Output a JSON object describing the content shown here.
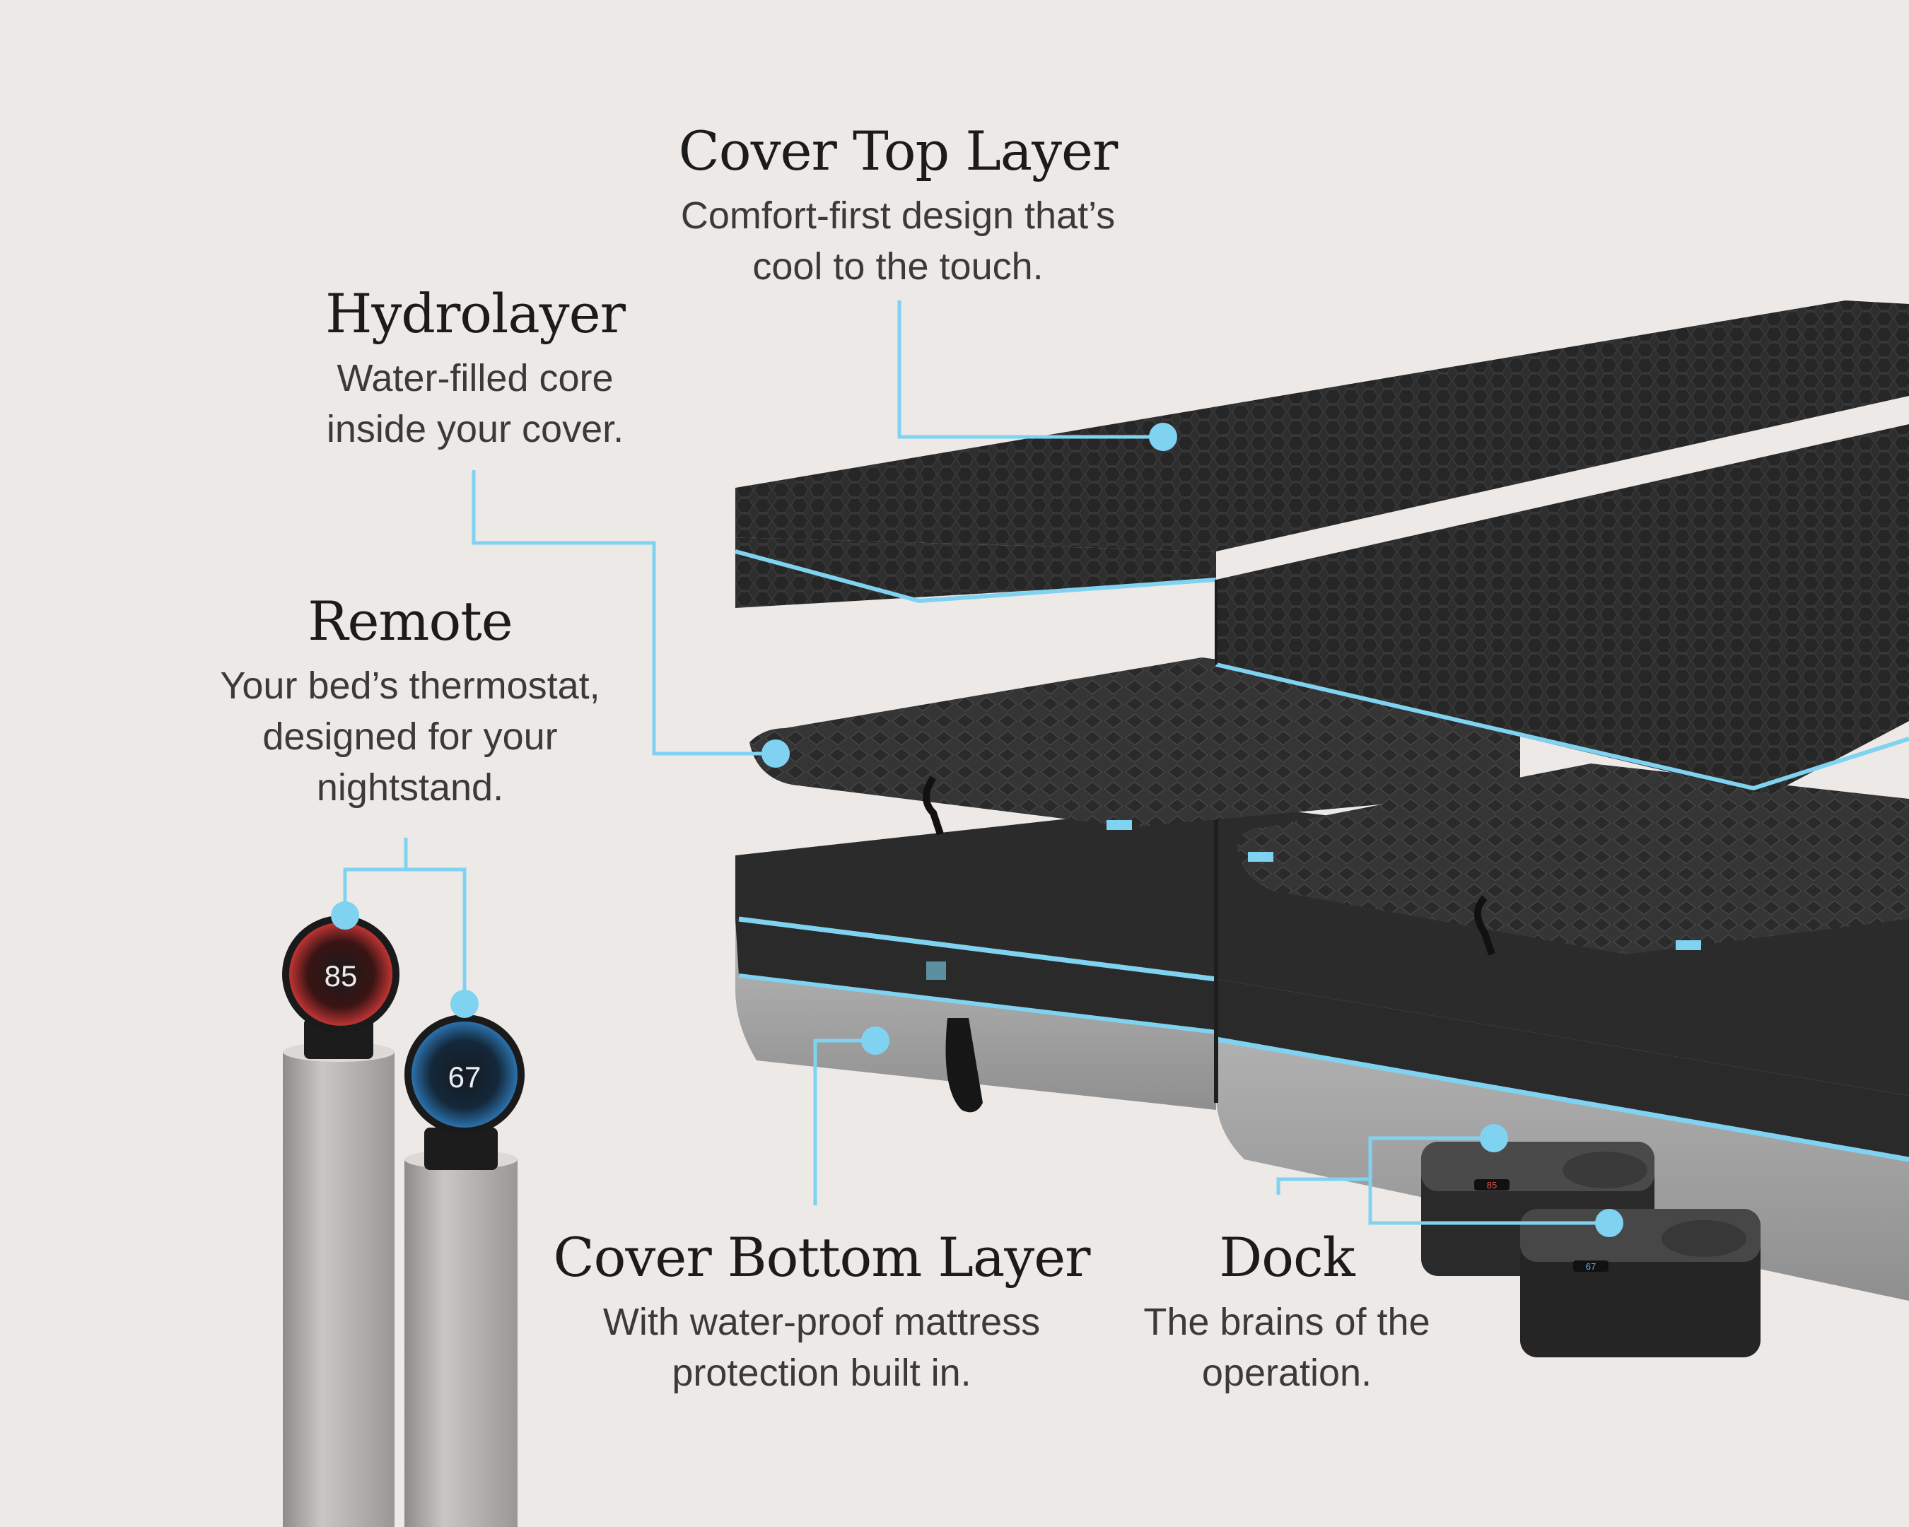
{
  "callouts": {
    "cover_top": {
      "title": "Cover Top Layer",
      "lines": [
        "Comfort-first design that’s",
        "cool to the touch."
      ]
    },
    "hydrolayer": {
      "title": "Hydrolayer",
      "lines": [
        "Water-filled core",
        "inside your cover."
      ]
    },
    "remote": {
      "title": "Remote",
      "lines": [
        "Your bed’s thermostat,",
        "designed for your",
        "nightstand."
      ]
    },
    "cover_bottom": {
      "title": "Cover Bottom Layer",
      "lines": [
        "With water-proof mattress",
        "protection built in."
      ]
    },
    "dock": {
      "title": "Dock",
      "lines": [
        "The brains of the",
        "operation."
      ]
    }
  },
  "remotes": [
    {
      "temperature": "85"
    },
    {
      "temperature": "67"
    }
  ],
  "docks": [
    {
      "temperature": "85"
    },
    {
      "temperature": "67"
    }
  ],
  "colors": {
    "background": "#ece9e7",
    "accent": "#7fd3f1",
    "mattress": "#2c2c2c",
    "base": "#a8a8a8",
    "warm": "#d93a3a",
    "cool": "#2f7fc2"
  }
}
